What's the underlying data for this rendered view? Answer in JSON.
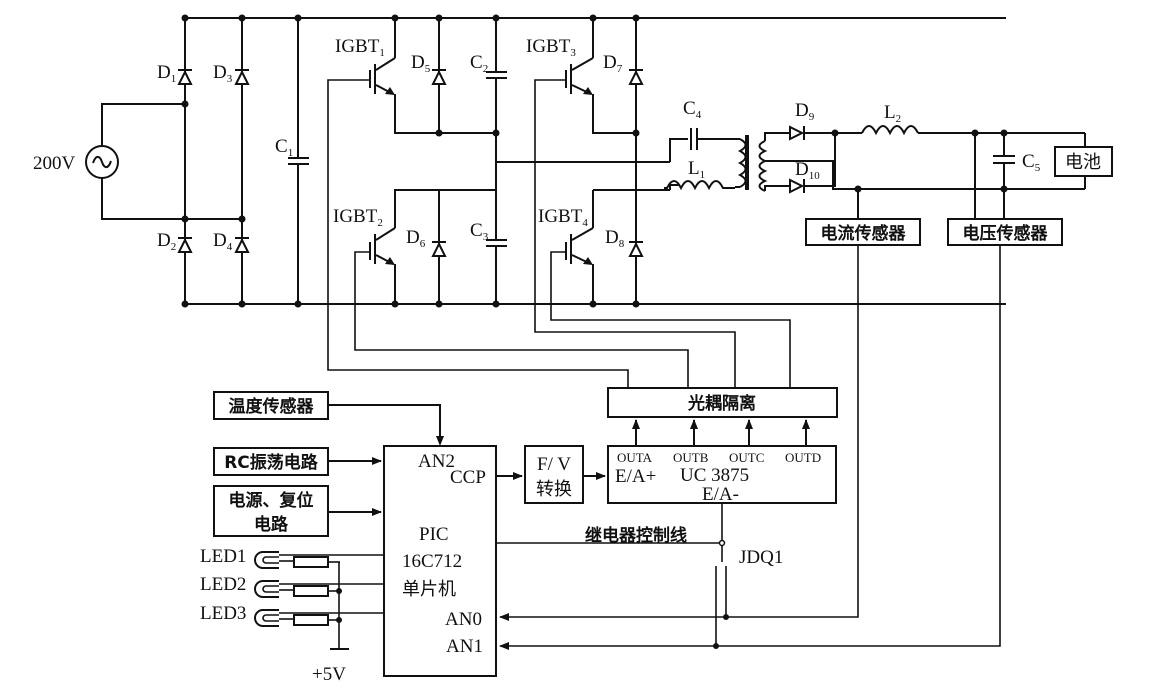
{
  "diagram": {
    "type": "circuit-schematic",
    "source": {
      "label": "200V",
      "symbol": "~"
    },
    "rectifier": {
      "diodes": [
        {
          "name": "D",
          "sub": "1"
        },
        {
          "name": "D",
          "sub": "2"
        },
        {
          "name": "D",
          "sub": "3"
        },
        {
          "name": "D",
          "sub": "4"
        }
      ],
      "capacitor": {
        "name": "C",
        "sub": "1"
      }
    },
    "inverter": {
      "igbts": [
        {
          "name": "IGBT",
          "sub": "1"
        },
        {
          "name": "IGBT",
          "sub": "2"
        },
        {
          "name": "IGBT",
          "sub": "3"
        },
        {
          "name": "IGBT",
          "sub": "4"
        }
      ],
      "diodes": [
        {
          "name": "D",
          "sub": "5"
        },
        {
          "name": "D",
          "sub": "6"
        },
        {
          "name": "D",
          "sub": "7"
        },
        {
          "name": "D",
          "sub": "8"
        }
      ],
      "capacitors": [
        {
          "name": "C",
          "sub": "2"
        },
        {
          "name": "C",
          "sub": "3"
        }
      ]
    },
    "output": {
      "c4": {
        "name": "C",
        "sub": "4"
      },
      "l1": {
        "name": "L",
        "sub": "1"
      },
      "d9": {
        "name": "D",
        "sub": "9"
      },
      "d10": {
        "name": "D",
        "sub": "10"
      },
      "l2": {
        "name": "L",
        "sub": "2"
      },
      "c5": {
        "name": "C",
        "sub": "5"
      },
      "battery": "电池",
      "current_sensor": "电流传感器",
      "voltage_sensor": "电压传感器"
    },
    "control": {
      "optocoupler": "光耦隔离",
      "temp_sensor": "温度传感器",
      "rc_osc": "RC振荡电路",
      "power_reset_line1": "电源、复位",
      "power_reset_line2": "电路",
      "mcu": {
        "line1": "PIC",
        "line2": "16C712",
        "line3": "单片机",
        "pins": {
          "an2": "AN2",
          "ccp": "CCP",
          "an0": "AN0",
          "an1": "AN1"
        }
      },
      "fv": {
        "line1": "F/ V",
        "line2": "转换"
      },
      "uc3875": {
        "name": "UC 3875",
        "outs": [
          "OUTA",
          "OUTB",
          "OUTC",
          "OUTD"
        ],
        "ea_plus": "E/A+",
        "ea_minus": "E/A-"
      },
      "relay_line": "继电器控制线",
      "relay": "JDQ1",
      "leds": [
        "LED1",
        "LED2",
        "LED3"
      ],
      "supply": "+5V"
    }
  }
}
